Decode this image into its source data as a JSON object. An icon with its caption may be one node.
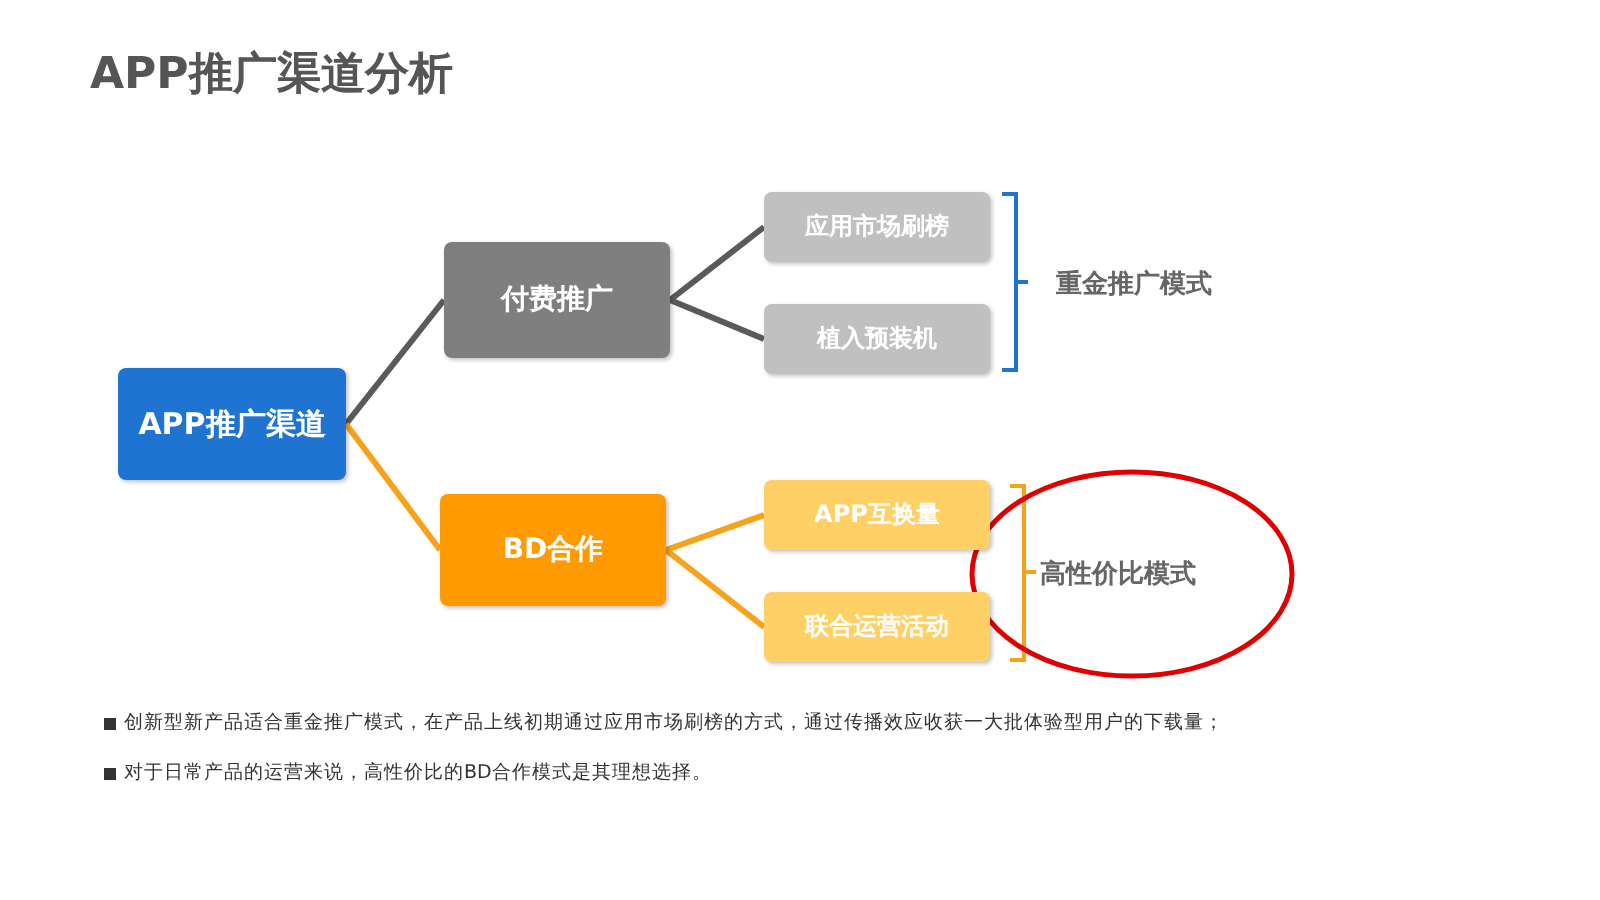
{
  "diagram": {
    "title": "APP推广渠道分析",
    "nodes": [
      {
        "text": [
          "APP推广渠道"
        ]
      },
      {
        "text": [
          "付费推广"
        ]
      },
      {
        "text": [
          "BD合作"
        ]
      },
      {
        "text": [
          "应用市场刷榜"
        ]
      },
      {
        "text": [
          "植入预装机"
        ]
      },
      {
        "text": [
          "APP互换量"
        ]
      },
      {
        "text": [
          "联合运营活动"
        ]
      }
    ],
    "edges": [
      {
        "from": 0,
        "to": 1,
        "arrow": "none"
      },
      {
        "from": 0,
        "to": 2,
        "arrow": "none",
        "color": "#f5a31a"
      },
      {
        "from": 1,
        "to": 3,
        "arrow": "none"
      },
      {
        "from": 1,
        "to": 4,
        "arrow": "none"
      },
      {
        "from": 2,
        "to": 5,
        "arrow": "none",
        "color": "#f5a31a"
      },
      {
        "from": 2,
        "to": 6,
        "arrow": "none",
        "color": "#f5a31a"
      }
    ],
    "labels": [
      "重金推广模式",
      "高性价比模式",
      "创新型新产品适合重金推广模式，在产品上线初期通过应用市场刷榜的方式，通过传播效应收获一大批体验型用户的下载量；",
      "对于日常产品的运营来说，高性价比的BD合作模式是其理想选择。"
    ]
  }
}
